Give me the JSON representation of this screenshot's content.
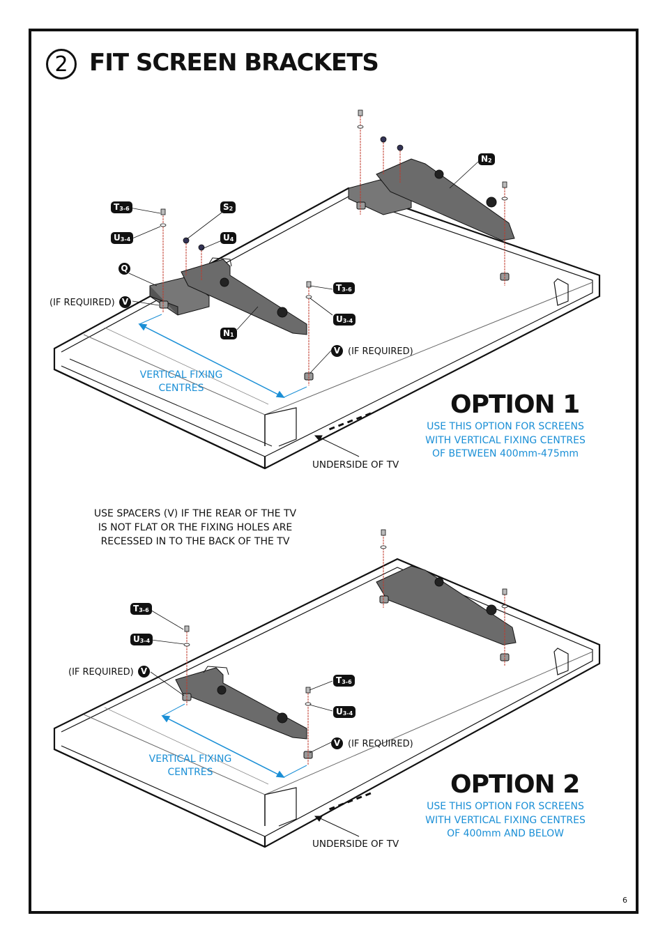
{
  "header": {
    "step_number": "2",
    "title": "FIT SCREEN BRACKETS"
  },
  "option1": {
    "title": "OPTION 1",
    "description": [
      "USE THIS OPTION FOR SCREENS",
      "WITH VERTICAL FIXING CENTRES",
      "OF BETWEEN 400mm-475mm"
    ],
    "labels": {
      "t36_left": "T",
      "t36_left_sub": "3-6",
      "u34_left": "U",
      "u34_left_sub": "3-4",
      "s2": "S",
      "s2_sub": "2",
      "u4": "U",
      "u4_sub": "4",
      "q": "Q",
      "v_left": "V",
      "if_required_left": "(IF REQUIRED)",
      "t36_right": "T",
      "t36_right_sub": "3-6",
      "u34_right": "U",
      "u34_right_sub": "3-4",
      "v_right": "V",
      "if_required_right": "(IF REQUIRED)",
      "n1": "N",
      "n1_sub": "1",
      "n2": "N",
      "n2_sub": "2"
    },
    "vertical_fixing": [
      "VERTICAL FIXING",
      "CENTRES"
    ],
    "underside": "UNDERSIDE OF TV"
  },
  "spacer_note": [
    "USE SPACERS (V) IF THE REAR OF THE TV",
    "IS NOT FLAT OR THE FIXING HOLES ARE",
    "RECESSED IN TO THE BACK OF THE TV"
  ],
  "option2": {
    "title": "OPTION 2",
    "description": [
      "USE THIS OPTION FOR SCREENS",
      "WITH VERTICAL FIXING CENTRES",
      "OF 400mm AND BELOW"
    ],
    "labels": {
      "t36_left": "T",
      "t36_left_sub": "3-6",
      "u34_left": "U",
      "u34_left_sub": "3-4",
      "v_left": "V",
      "if_required_left": "(IF REQUIRED)",
      "t36_right": "T",
      "t36_right_sub": "3-6",
      "u34_right": "U",
      "u34_right_sub": "3-4",
      "v_right": "V",
      "if_required_right": "(IF REQUIRED)"
    },
    "vertical_fixing": [
      "VERTICAL FIXING",
      "CENTRES"
    ],
    "underside": "UNDERSIDE OF TV"
  },
  "page_number": "6",
  "colors": {
    "accent_blue": "#1a8fd6",
    "screw_line_red": "#c0392b",
    "frame_black": "#111111"
  }
}
